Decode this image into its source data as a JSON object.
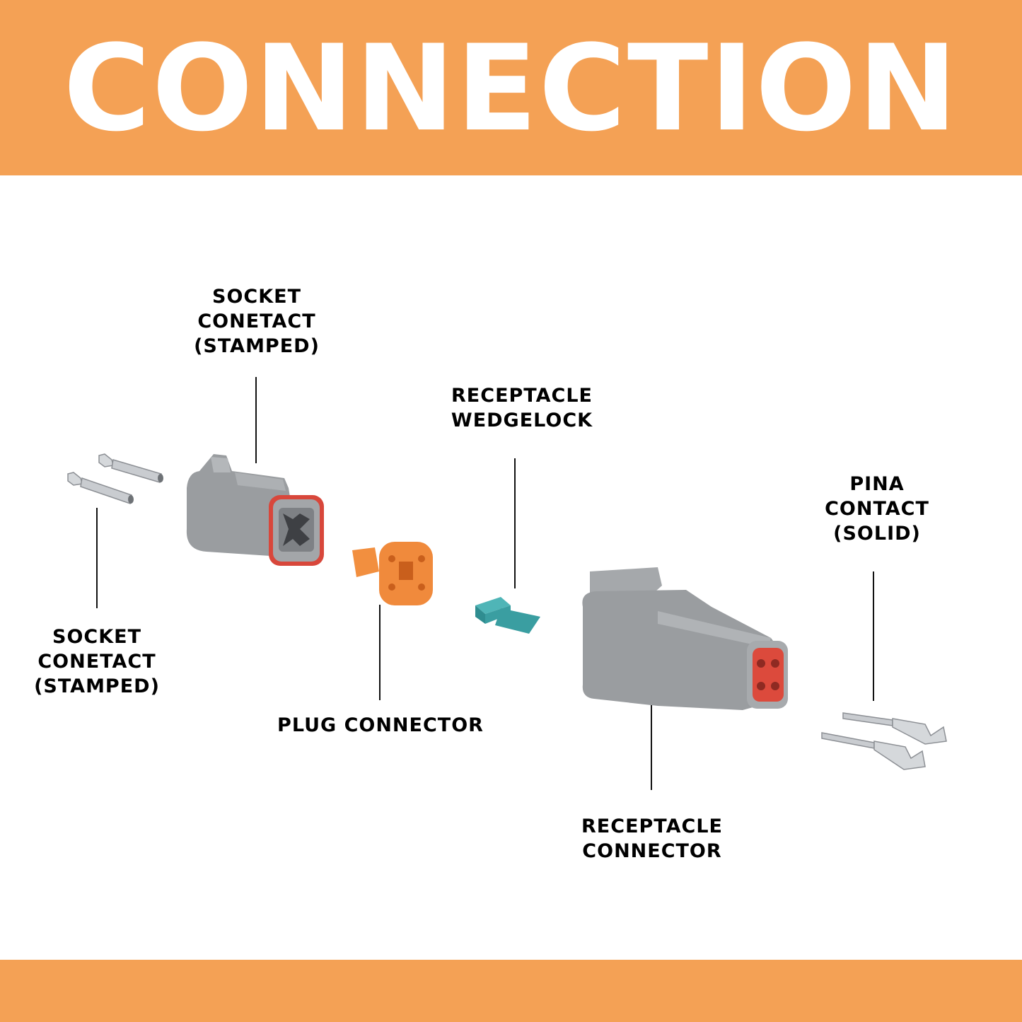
{
  "header": {
    "title": "CONNECTION"
  },
  "labels": {
    "socket_contact_top": [
      "SOCKET",
      "CONETACT",
      "(STAMPED)"
    ],
    "socket_contact_bottom": [
      "SOCKET",
      "CONETACT",
      "(STAMPED)"
    ],
    "plug_connector": [
      "PLUG CONNECTOR"
    ],
    "receptacle_wedgelock": [
      "RECEPTACLE",
      "WEDGELOCK"
    ],
    "pin_contact": [
      "PINA",
      "CONTACT",
      "(SOLID)"
    ],
    "receptacle_connector": [
      "RECEPTACLE",
      "CONNECTOR"
    ]
  },
  "colors": {
    "banner": "#f4a155",
    "housing_grey": "#9a9da0",
    "seal_red": "#e0443a",
    "wedge_orange": "#f08a3c",
    "wedgelock_teal": "#3a9ea1",
    "metal": "#c9ccd0"
  }
}
